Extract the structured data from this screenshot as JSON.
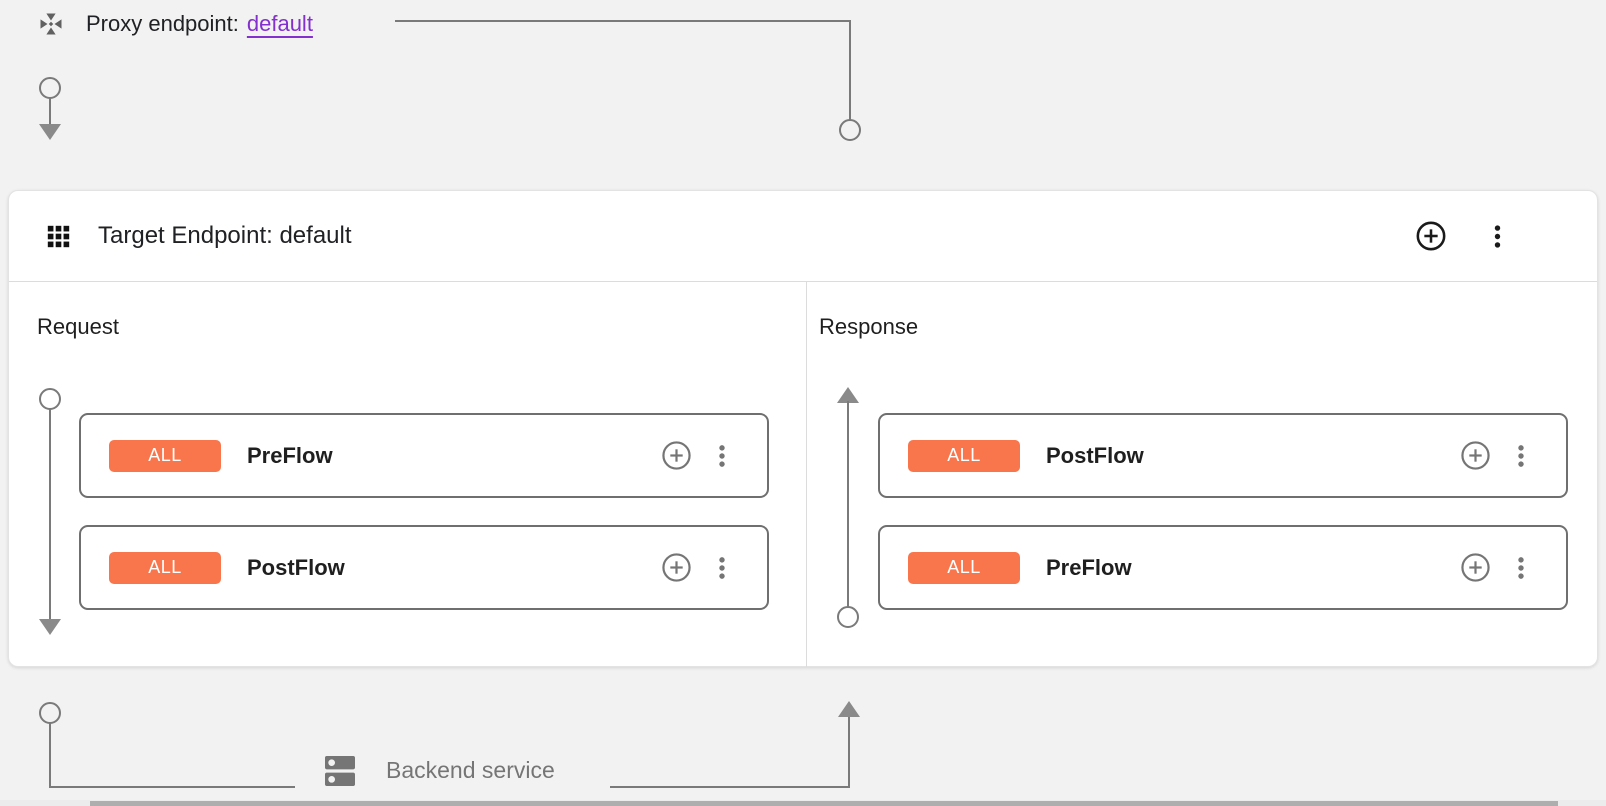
{
  "proxy_endpoint": {
    "label": "Proxy endpoint:",
    "link": "default"
  },
  "target_endpoint": {
    "title": "Target Endpoint: default"
  },
  "request_panel": {
    "title": "Request",
    "flows": [
      {
        "badge": "ALL",
        "name": "PreFlow"
      },
      {
        "badge": "ALL",
        "name": "PostFlow"
      }
    ]
  },
  "response_panel": {
    "title": "Response",
    "flows": [
      {
        "badge": "ALL",
        "name": "PostFlow"
      },
      {
        "badge": "ALL",
        "name": "PreFlow"
      }
    ]
  },
  "backend": {
    "label": "Backend service"
  },
  "colors": {
    "badge_orange": "#f9764d",
    "link_purple": "#8430ce",
    "connector_grey": "#7a7a7a"
  }
}
